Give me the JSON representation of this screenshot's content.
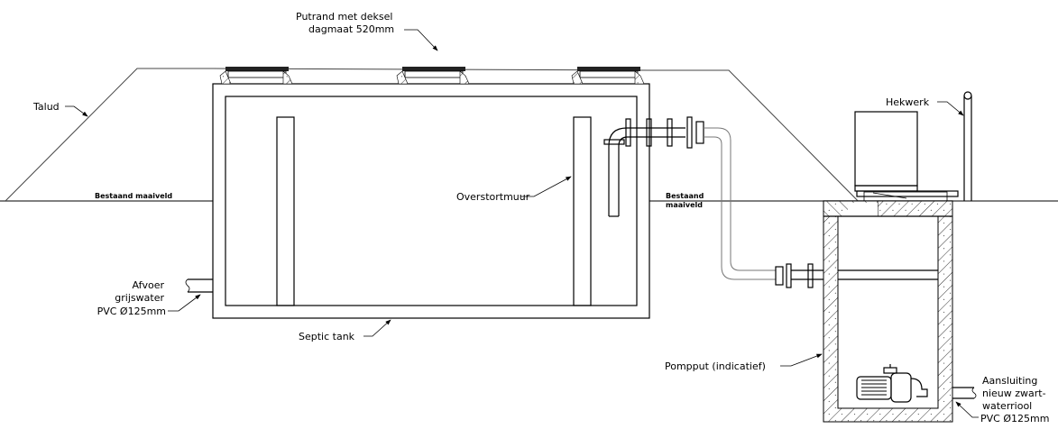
{
  "labels": {
    "cover": [
      "Putrand met deksel",
      "dagmaat 520mm"
    ],
    "talud": "Talud",
    "ground_left": "Bestaand maaiveld",
    "ground_right": [
      "Bestaand",
      "maaiveld"
    ],
    "overflow_wall": "Overstortmuur",
    "grey_water": [
      "Afvoer",
      "grijswater",
      "PVC Ø125mm"
    ],
    "septic_tank": "Septic tank",
    "fence": "Hekwerk",
    "pump_pit": "Pompput (indicatief)",
    "connection": [
      "Aansluiting",
      "nieuw zwart-",
      "waterriool",
      "PVC Ø125mm"
    ]
  },
  "colors": {
    "line": "#000000",
    "ground": "#555555",
    "background": "#ffffff"
  }
}
